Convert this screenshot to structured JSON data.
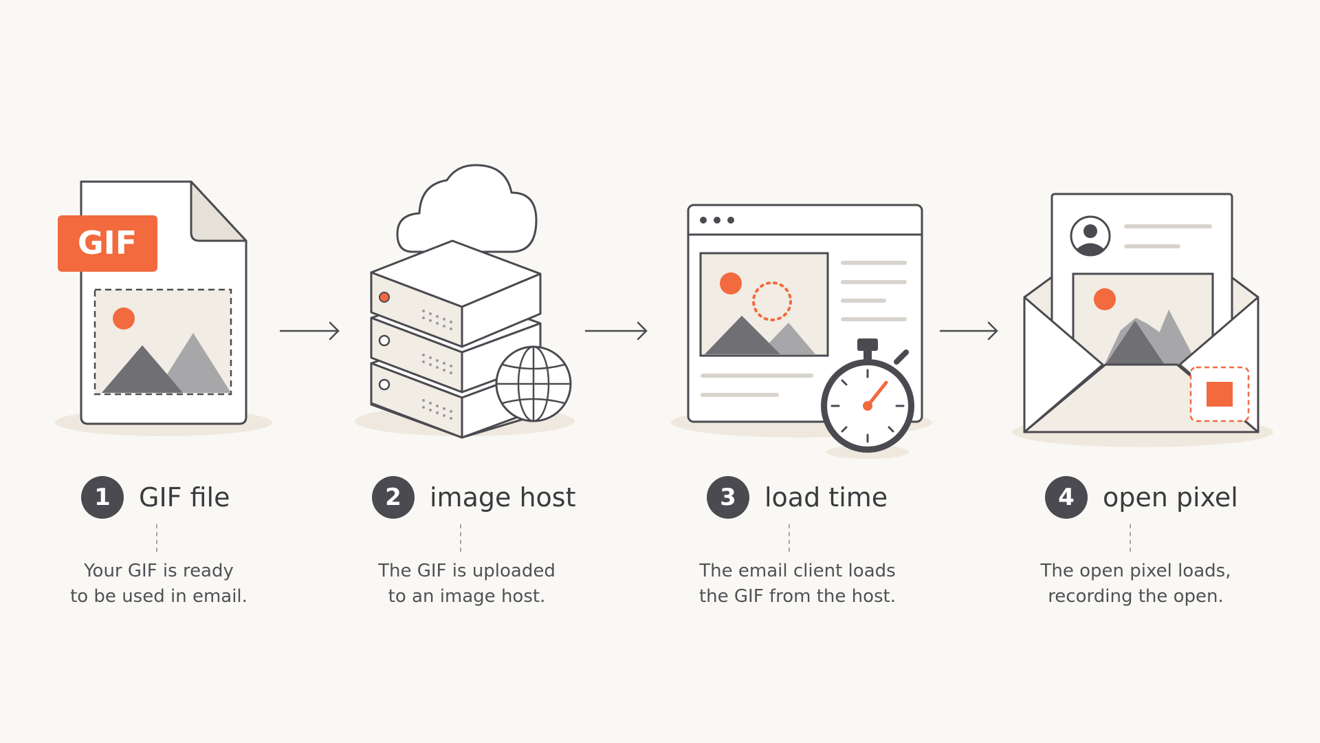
{
  "badge_text": "GIF",
  "steps": [
    {
      "number": "1",
      "title": "GIF file",
      "desc_line1": "Your GIF is ready",
      "desc_line2": "to be used in email."
    },
    {
      "number": "2",
      "title": "image host",
      "desc_line1": "The GIF is uploaded",
      "desc_line2": "to an image host."
    },
    {
      "number": "3",
      "title": "load time",
      "desc_line1": "The email client loads",
      "desc_line2": "the GIF from the host."
    },
    {
      "number": "4",
      "title": "open pixel",
      "desc_line1": "The open pixel loads,",
      "desc_line2": "recording the open."
    }
  ],
  "colors": {
    "background": "#faf8f4",
    "accent": "#f26a3d",
    "stroke": "#4a4a50",
    "fill_light": "#f1ece4",
    "mountain_dark": "#6f6f74",
    "mountain_light": "#a7a7aa",
    "shadow": "#eee8de"
  },
  "icons": [
    "gif-file-icon",
    "server-cloud-globe-icon",
    "browser-stopwatch-icon",
    "envelope-pixel-icon"
  ]
}
